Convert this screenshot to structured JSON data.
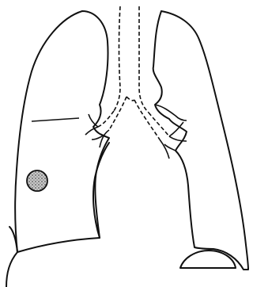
{
  "figure": {
    "description_visible_text": "",
    "colors": {
      "line": "#111111",
      "background": "#ffffff",
      "nodule_fill": "#9a9a9a"
    },
    "elements": [
      "right-lung-outline",
      "left-lung-outline",
      "trachea",
      "main-bronchi",
      "horizontal-fissure",
      "coin-lesion",
      "gastric-air-bubble"
    ]
  }
}
